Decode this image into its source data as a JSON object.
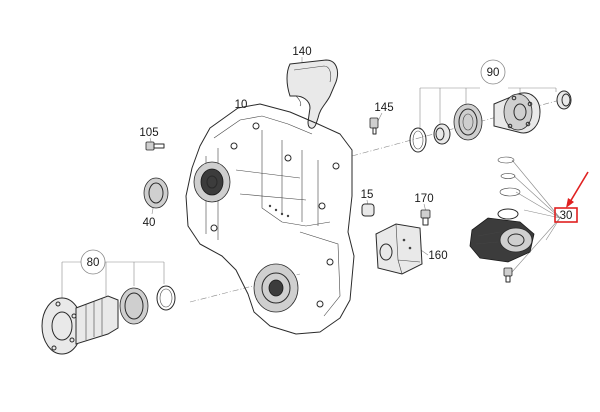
{
  "diagram": {
    "part_labels": {
      "p140": "140",
      "p10": "10",
      "p145": "145",
      "p90": "90",
      "p105": "105",
      "p40": "40",
      "p15": "15",
      "p170": "170",
      "p160": "160",
      "p30": "30",
      "p80": "80"
    },
    "highlight_color": "#e02020",
    "arrow_color": "#e02020",
    "highlighted_part": "30"
  }
}
